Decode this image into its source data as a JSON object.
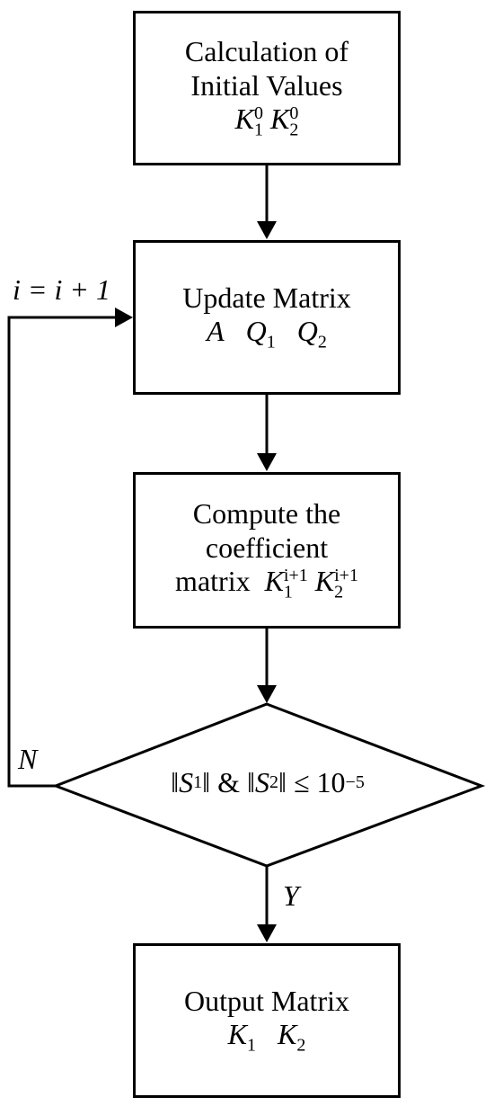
{
  "box_initial": {
    "line1": "Calculation of",
    "line2": "Initial Values"
  },
  "box_update": {
    "line1": "Update Matrix"
  },
  "box_compute": {
    "line1": "Compute the",
    "line2": "coefficient",
    "line3": "matrix"
  },
  "box_output": {
    "line1": "Output Matrix"
  },
  "symbols": {
    "K": "K",
    "A": "A",
    "Q": "Q",
    "S": "S",
    "sub1": "1",
    "sub2": "2",
    "sup0": "0",
    "supi1": "i+1",
    "ten": "10",
    "exp": "−5",
    "leq": "≤",
    "amp": "&",
    "norm": "‖"
  },
  "loop_label": "i = i + 1",
  "no_label": "N",
  "yes_label": "Y"
}
